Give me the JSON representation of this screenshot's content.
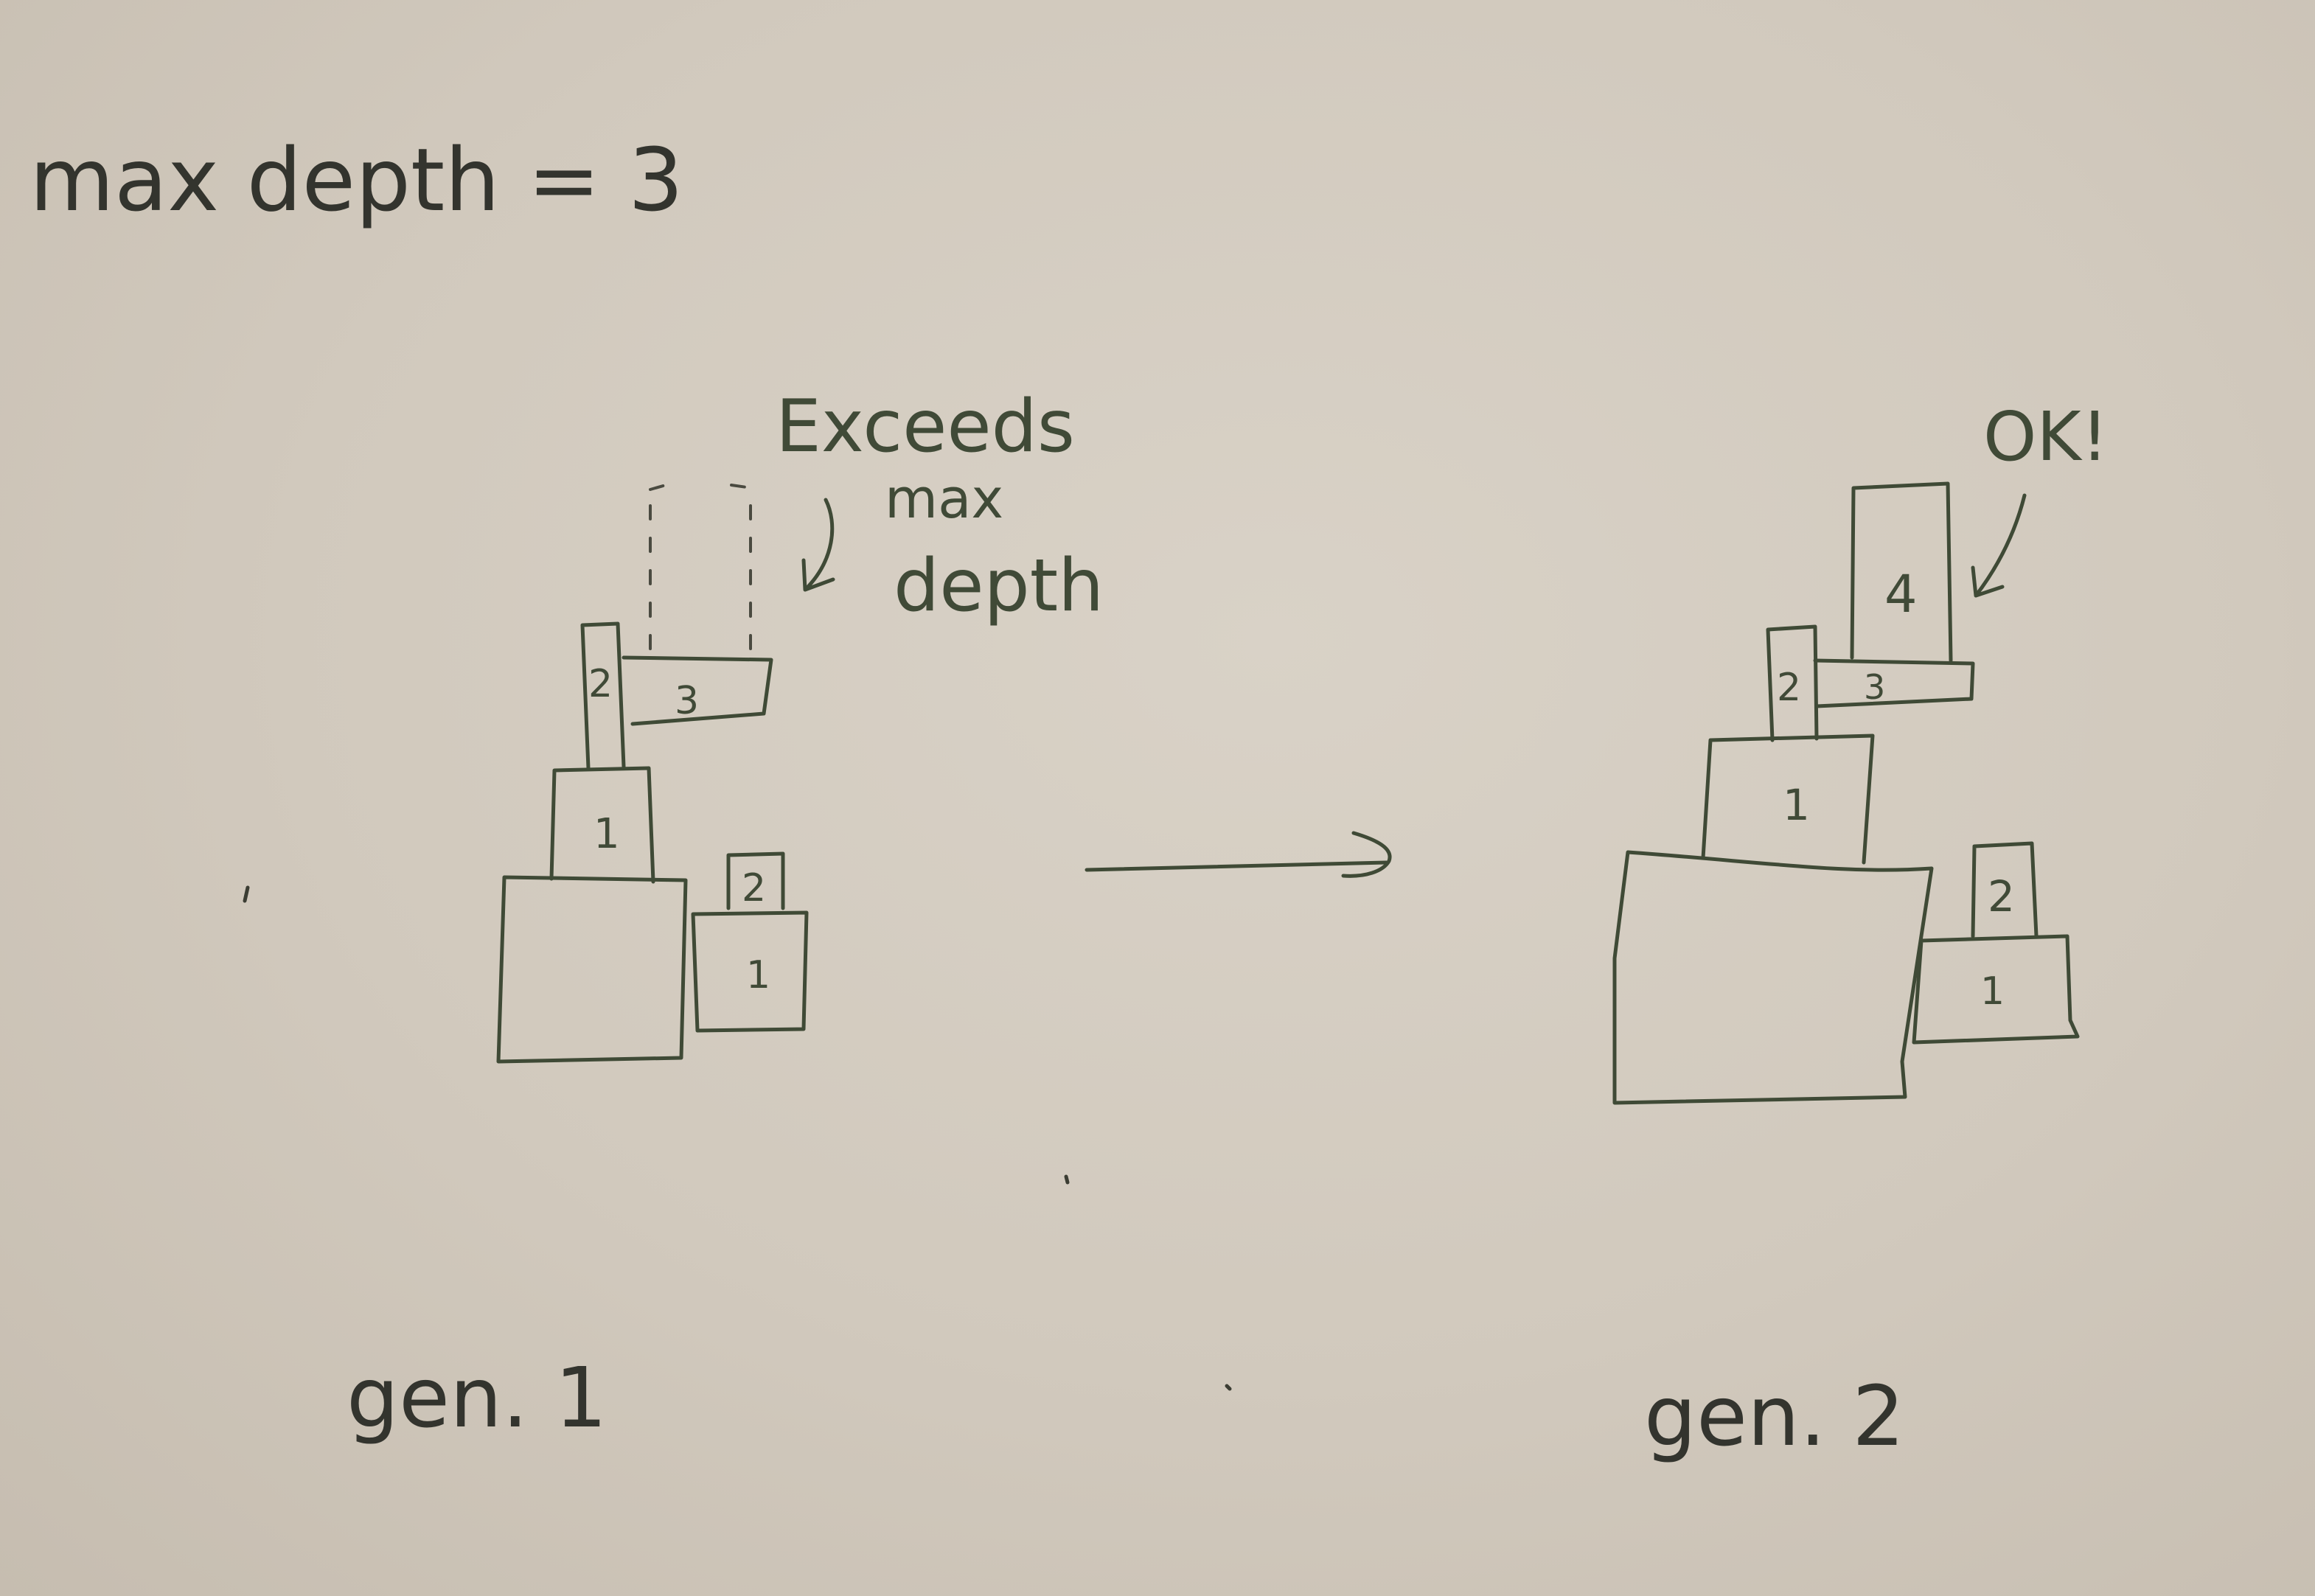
{
  "heading": "max depth = 3",
  "gen1": {
    "label": "gen. 1",
    "annotation_line1": "Exceeds",
    "annotation_line2": "max",
    "annotation_line3": "depth",
    "blocks": {
      "tall_block": "2",
      "ledge_block": "3",
      "stack_block": "1",
      "right_base": "1",
      "right_top": "2"
    }
  },
  "gen2": {
    "label": "gen. 2",
    "annotation": "OK!",
    "blocks": {
      "top_block": "4",
      "tall_block": "2",
      "ledge_block": "3",
      "stack_block": "1",
      "right_base": "1",
      "right_top": "2"
    }
  }
}
